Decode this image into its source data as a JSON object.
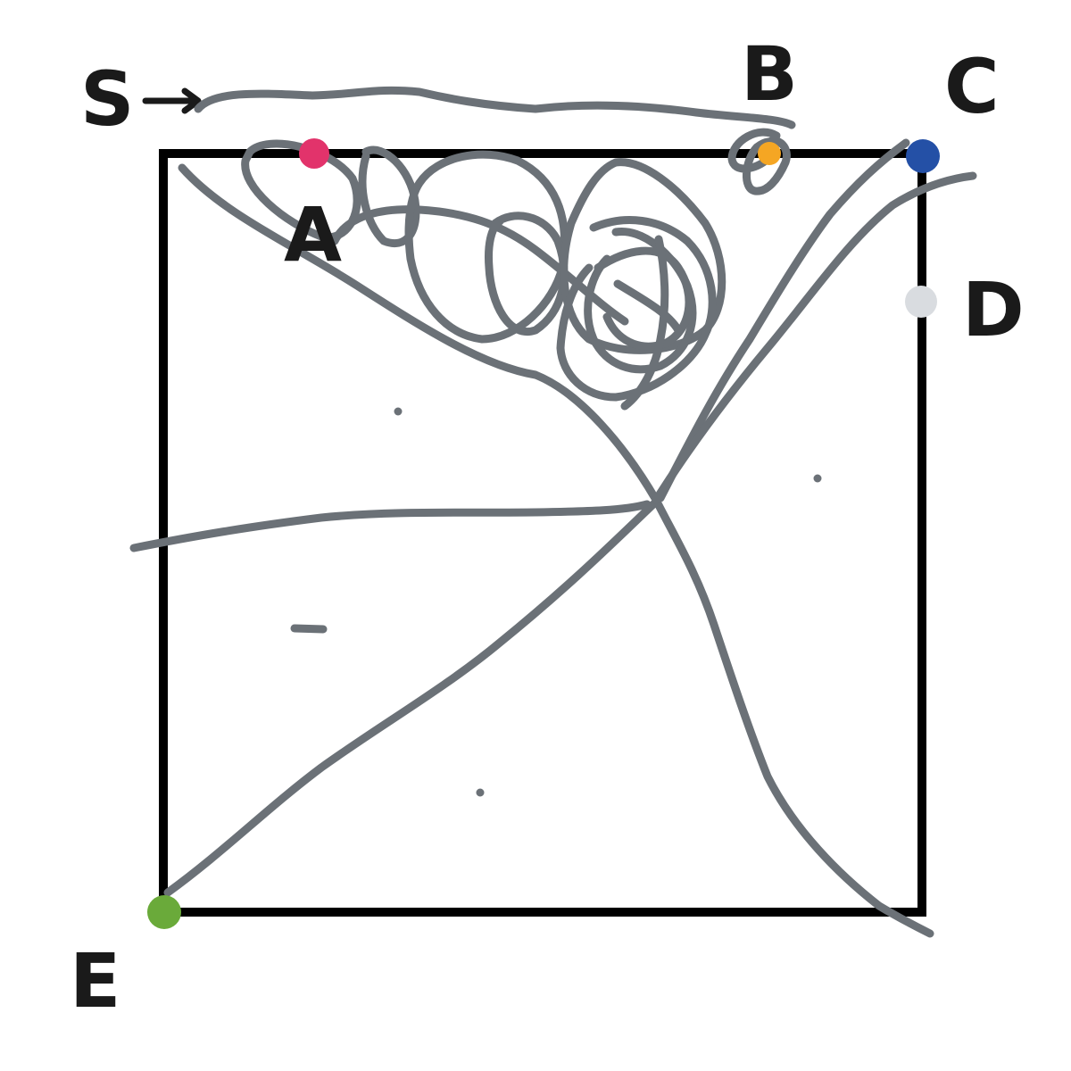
{
  "labels": {
    "s": "S",
    "a": "A",
    "b": "B",
    "c": "C",
    "d": "D",
    "e": "E"
  },
  "colors": {
    "square_border": "#000000",
    "scribble": "#6b7177",
    "point_a": "#e2336b",
    "point_b": "#f5a623",
    "point_c": "#2450a6",
    "point_d": "#d9dce0",
    "point_e": "#6aaa3a"
  },
  "icons": {
    "start_arrow": "right-arrow-icon"
  }
}
